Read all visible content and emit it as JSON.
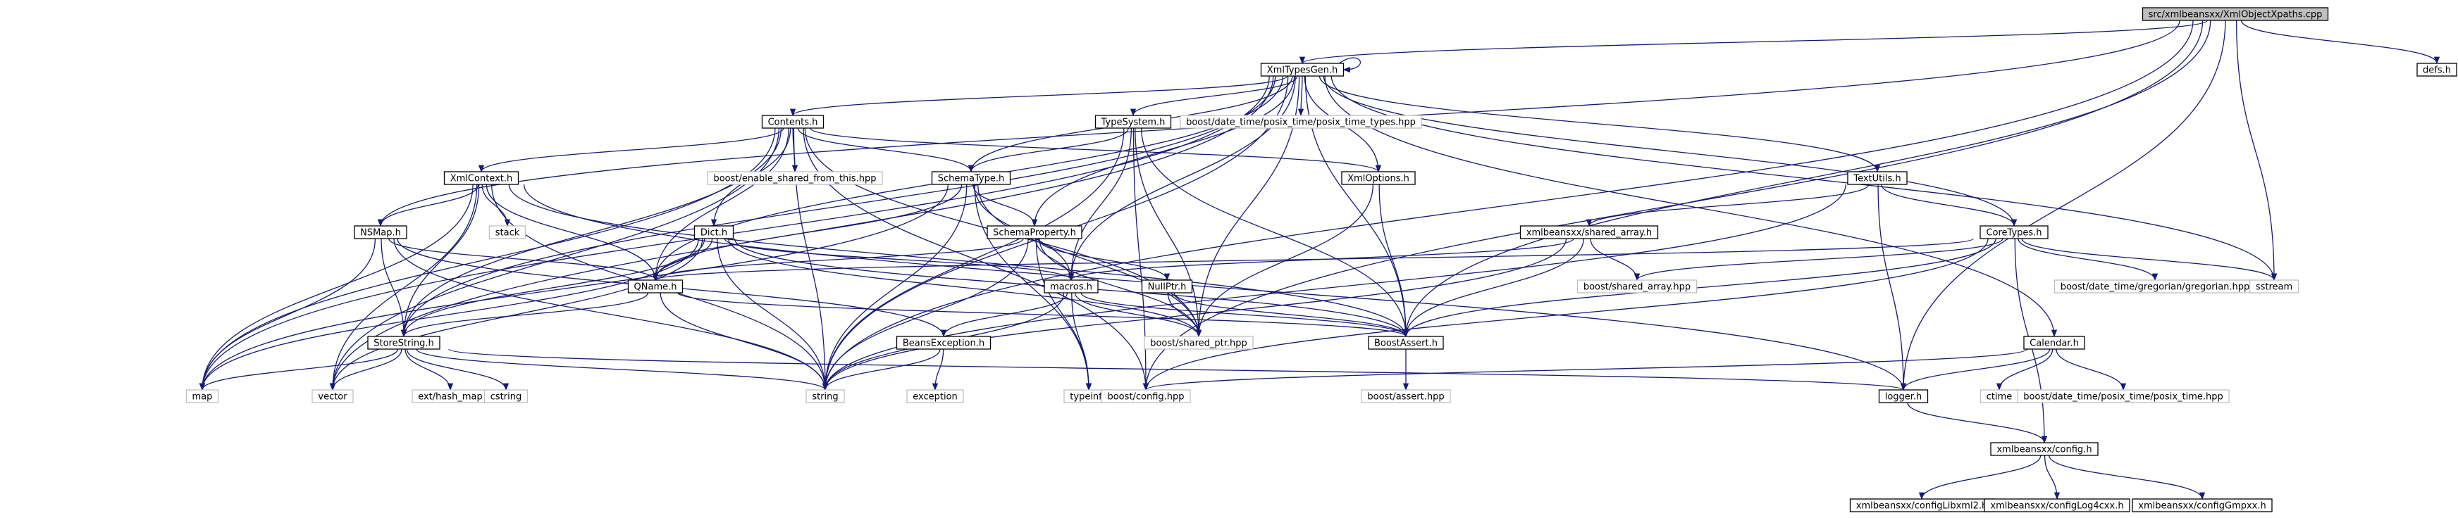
{
  "colors": {
    "edge": "#191970",
    "root_fill": "#bfbfbf",
    "file_fill": "#ffffff",
    "file_border": "#000000",
    "external_border": "#bfbfbf"
  },
  "nodes": [
    {
      "id": "root",
      "label": "src/xmlbeansxx/XmlObjectXpaths.cpp",
      "kind": "root"
    },
    {
      "id": "xmltypesgen",
      "label": "XmlTypesGen.h",
      "kind": "file"
    },
    {
      "id": "defs",
      "label": "defs.h",
      "kind": "file"
    },
    {
      "id": "contents",
      "label": "Contents.h",
      "kind": "file"
    },
    {
      "id": "posixtimetypes",
      "label": "boost/date_time/posix_time/posix_time_types.hpp",
      "kind": "external"
    },
    {
      "id": "typesystem",
      "label": "TypeSystem.h",
      "kind": "file"
    },
    {
      "id": "xmlcontext",
      "label": "XmlContext.h",
      "kind": "file"
    },
    {
      "id": "enableshared",
      "label": "boost/enable_shared_from_this.hpp",
      "kind": "external"
    },
    {
      "id": "schematype",
      "label": "SchemaType.h",
      "kind": "file"
    },
    {
      "id": "xmloptions",
      "label": "XmlOptions.h",
      "kind": "file"
    },
    {
      "id": "textutils",
      "label": "TextUtils.h",
      "kind": "file"
    },
    {
      "id": "nsmap",
      "label": "NSMap.h",
      "kind": "file"
    },
    {
      "id": "stack",
      "label": "stack",
      "kind": "external"
    },
    {
      "id": "dict",
      "label": "Dict.h",
      "kind": "file"
    },
    {
      "id": "schemaproperty",
      "label": "SchemaProperty.h",
      "kind": "file"
    },
    {
      "id": "sharedarray",
      "label": "xmlbeansxx/shared_array.h",
      "kind": "file"
    },
    {
      "id": "coretypes",
      "label": "CoreTypes.h",
      "kind": "file"
    },
    {
      "id": "qname",
      "label": "QName.h",
      "kind": "file"
    },
    {
      "id": "macros",
      "label": "macros.h",
      "kind": "file"
    },
    {
      "id": "nullptr",
      "label": "NullPtr.h",
      "kind": "file"
    },
    {
      "id": "boostsharedarray",
      "label": "boost/shared_array.hpp",
      "kind": "external"
    },
    {
      "id": "gregorian",
      "label": "boost/date_time/gregorian/gregorian.hpp",
      "kind": "external"
    },
    {
      "id": "sstream",
      "label": "sstream",
      "kind": "external"
    },
    {
      "id": "storestring",
      "label": "StoreString.h",
      "kind": "file"
    },
    {
      "id": "beansexception",
      "label": "BeansException.h",
      "kind": "file"
    },
    {
      "id": "sharedptr",
      "label": "boost/shared_ptr.hpp",
      "kind": "external"
    },
    {
      "id": "boostassert",
      "label": "BoostAssert.h",
      "kind": "file"
    },
    {
      "id": "calendar",
      "label": "Calendar.h",
      "kind": "file"
    },
    {
      "id": "map",
      "label": "map",
      "kind": "external"
    },
    {
      "id": "vector",
      "label": "vector",
      "kind": "external"
    },
    {
      "id": "hashmap",
      "label": "ext/hash_map",
      "kind": "external"
    },
    {
      "id": "cstring",
      "label": "cstring",
      "kind": "external"
    },
    {
      "id": "string",
      "label": "string",
      "kind": "external"
    },
    {
      "id": "typeinfo",
      "label": "typeinfo",
      "kind": "external"
    },
    {
      "id": "exception",
      "label": "exception",
      "kind": "external"
    },
    {
      "id": "config",
      "label": "boost/config.hpp",
      "kind": "external"
    },
    {
      "id": "assert",
      "label": "boost/assert.hpp",
      "kind": "external"
    },
    {
      "id": "logger",
      "label": "logger.h",
      "kind": "file"
    },
    {
      "id": "ctime",
      "label": "ctime",
      "kind": "external"
    },
    {
      "id": "posixtime",
      "label": "boost/date_time/posix_time/posix_time.hpp",
      "kind": "external"
    },
    {
      "id": "xconfig",
      "label": "xmlbeansxx/config.h",
      "kind": "file"
    },
    {
      "id": "configlibxml2",
      "label": "xmlbeansxx/configLibxml2.h",
      "kind": "file"
    },
    {
      "id": "configlog4cxx",
      "label": "xmlbeansxx/configLog4cxx.h",
      "kind": "file"
    },
    {
      "id": "configgmpxx",
      "label": "xmlbeansxx/configGmpxx.h",
      "kind": "file"
    }
  ]
}
